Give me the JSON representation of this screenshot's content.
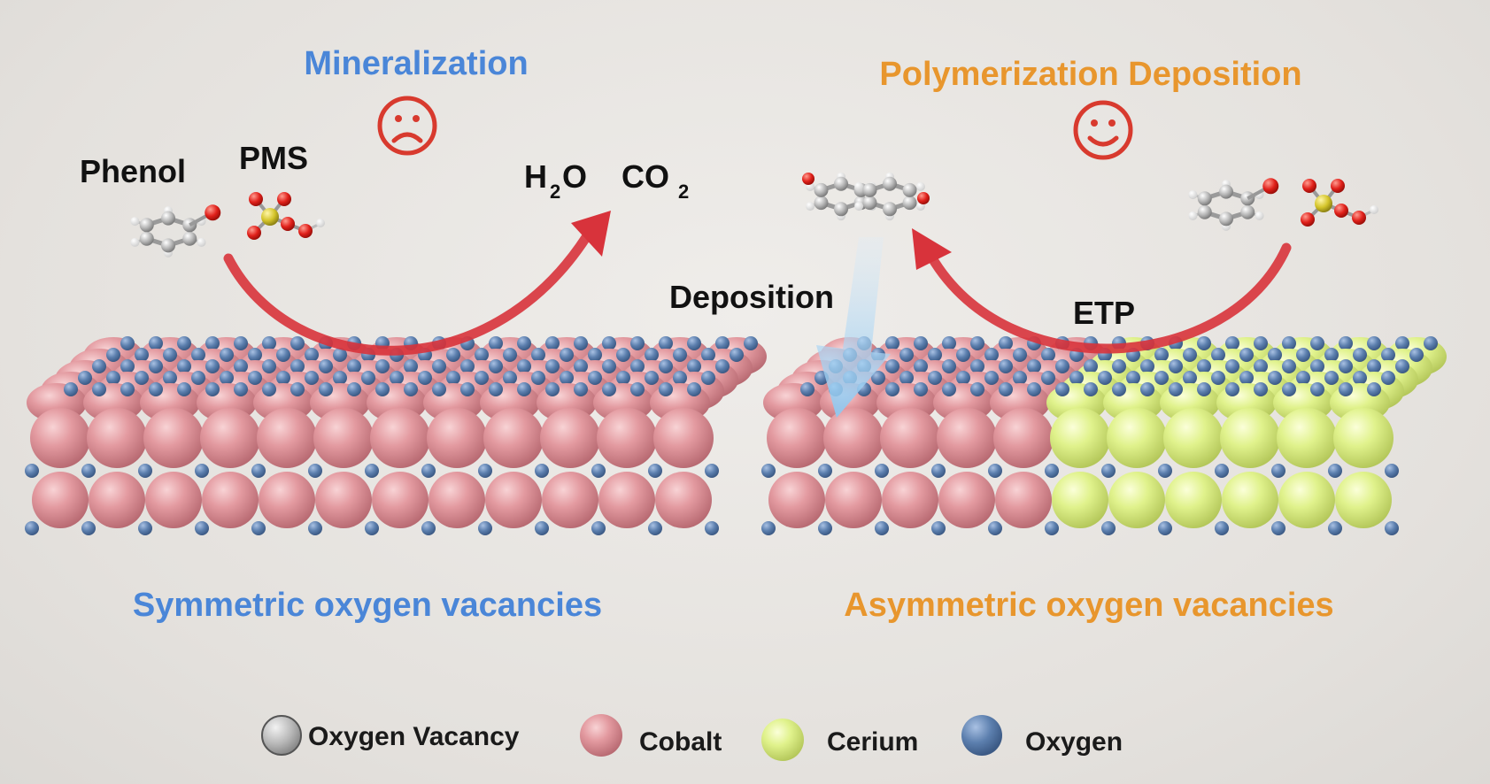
{
  "left": {
    "title": "Mineralization",
    "mood": "sad-face-icon",
    "reactants": [
      "Phenol",
      "PMS"
    ],
    "products": [
      "H",
      "2",
      "O",
      "CO",
      "2"
    ],
    "caption": "Symmetric oxygen vacancies"
  },
  "right": {
    "title": "Polymerization Deposition",
    "mood": "smiley-face-icon",
    "deposition_label": "Deposition",
    "etp_label": "ETP",
    "caption": "Asymmetric oxygen vacancies"
  },
  "legend": [
    {
      "label": "Oxygen Vacancy",
      "color": "#a9a9a9"
    },
    {
      "label": "Cobalt",
      "color": "#e3979c"
    },
    {
      "label": "Cerium",
      "color": "#dff28a"
    },
    {
      "label": "Oxygen",
      "color": "#5c7fae"
    }
  ],
  "colors": {
    "blue_title": "#4a86d8",
    "orange_title": "#e8962d",
    "sad_face": "#d83a2e",
    "arrow": "#d8333b",
    "cobalt": "#e3979c",
    "cerium": "#dff28a",
    "oxygen": "#5c7fae"
  }
}
